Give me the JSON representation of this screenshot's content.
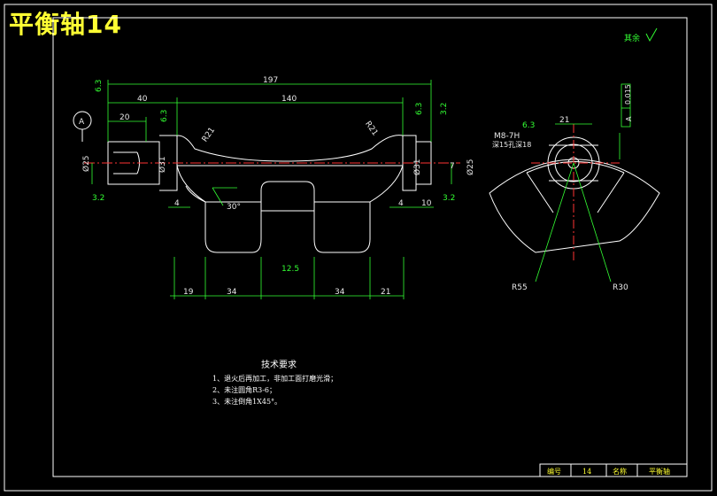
{
  "title": "平衡轴14",
  "roughness_other": "其余",
  "dimensions": {
    "overall_length": "197",
    "middle_length": "140",
    "left_shaft": "40",
    "left_end": "20",
    "radius_left": "R21",
    "radius_right": "R21",
    "diameter_left": "Ø31",
    "diameter_right": "Ø31",
    "shaft_left": "Ø25",
    "shaft_right": "Ø25",
    "step_left": "4",
    "step_right": "4",
    "step_right2": "10",
    "angle": "30°",
    "seg1": "19",
    "seg2": "34",
    "seg3": "34",
    "seg4": "21",
    "right_width": "21",
    "thread": "M8-7H",
    "hole_note": "深15孔深18",
    "radius_large": "R55",
    "radius_small": "R30",
    "slot": "7",
    "roughness_1": "6.3",
    "roughness_2": "12.5",
    "roughness_3": "3.2",
    "datum": "A",
    "tolerance": "0.015",
    "tol_datum": "A"
  },
  "tech_requirements": {
    "heading": "技术要求",
    "items": [
      "1、退火后再加工，非加工面打磨光滑；",
      "2、未注圆角R3-6；",
      "3、未注倒角1X45°。"
    ]
  },
  "title_block": {
    "code_label": "编号",
    "code_value": "14",
    "name_label": "名称",
    "name_value": "平衡轴"
  }
}
